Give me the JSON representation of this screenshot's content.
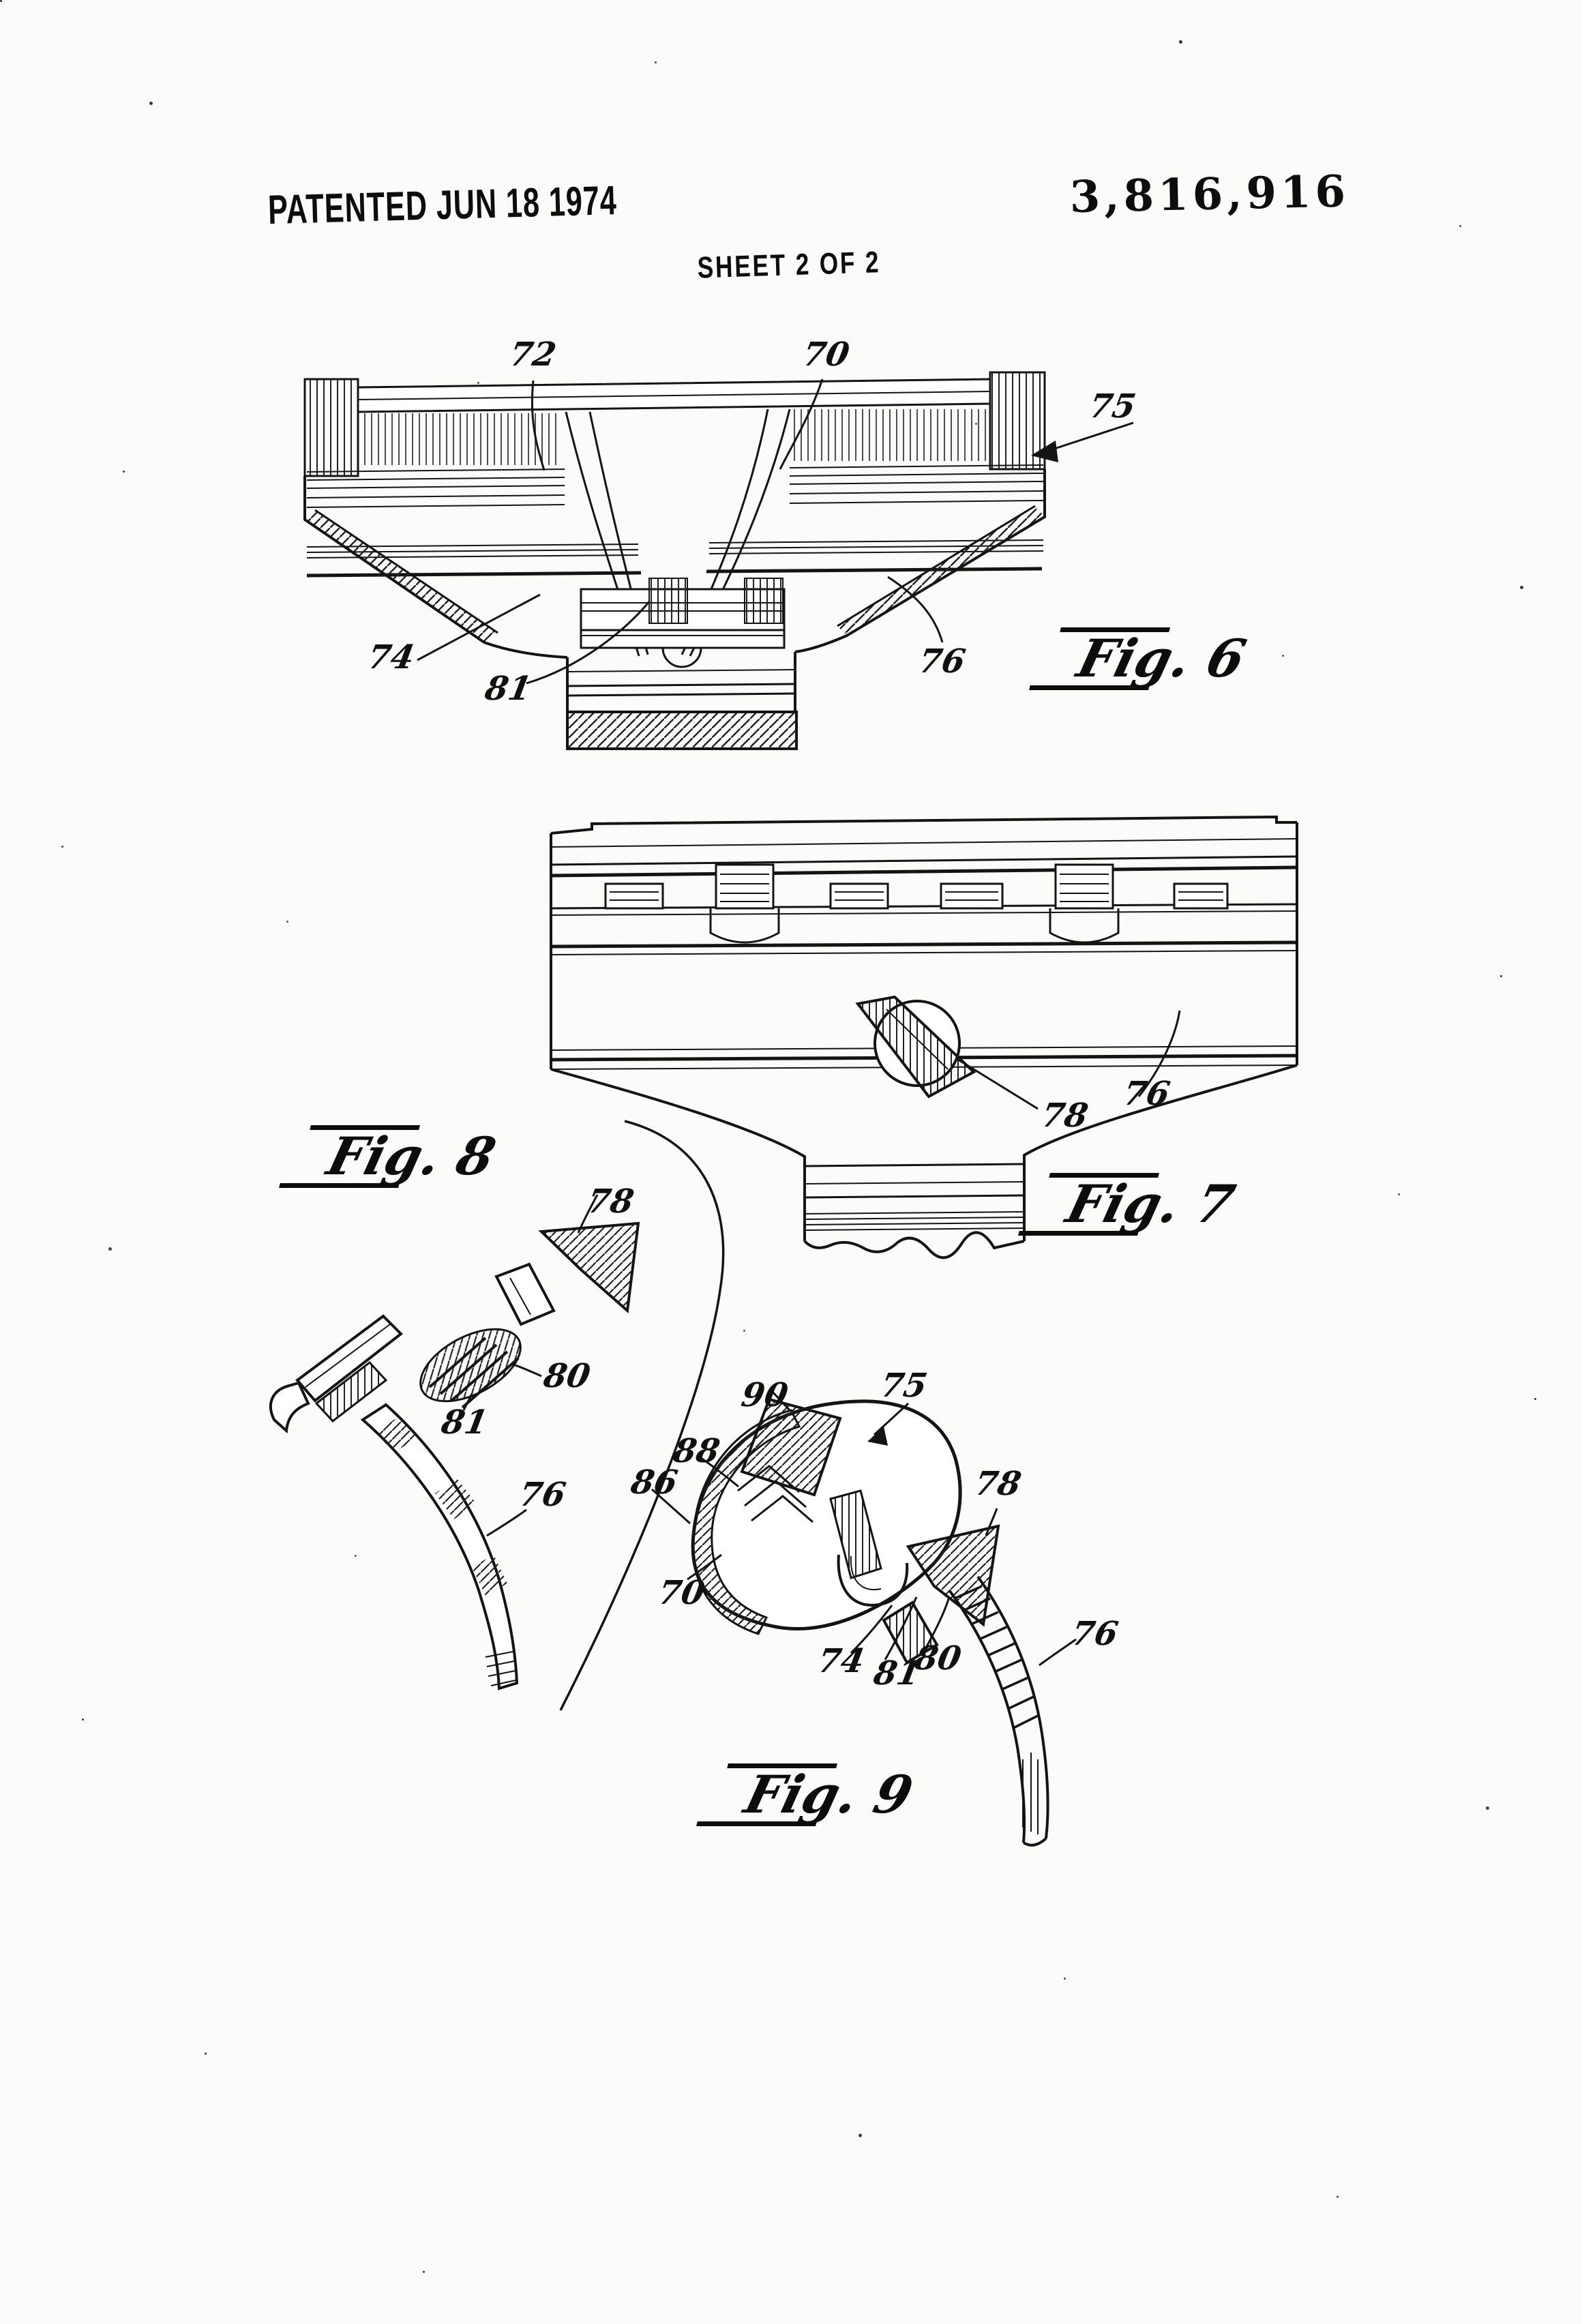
{
  "header": {
    "patented_label": "PATENTED JUN 18 1974",
    "patent_number": "3,816,916",
    "sheet_label": "SHEET 2 OF 2"
  },
  "figures": {
    "fig6": {
      "caption": "Fig. 6",
      "refs": {
        "r72": "72",
        "r70": "70",
        "r75": "75",
        "r74": "74",
        "r81": "81",
        "r76": "76"
      }
    },
    "fig7": {
      "caption": "Fig. 7",
      "refs": {
        "r78": "78",
        "r76": "76"
      }
    },
    "fig8": {
      "caption": "Fig. 8",
      "refs": {
        "r78": "78",
        "r80": "80",
        "r81": "81",
        "r76": "76"
      }
    },
    "fig9": {
      "caption": "Fig. 9",
      "refs": {
        "r90": "90",
        "r75": "75",
        "r88": "88",
        "r86": "86",
        "r70": "70",
        "r78": "78",
        "r74": "74",
        "r81": "81",
        "r80": "80",
        "r76": "76"
      }
    }
  }
}
